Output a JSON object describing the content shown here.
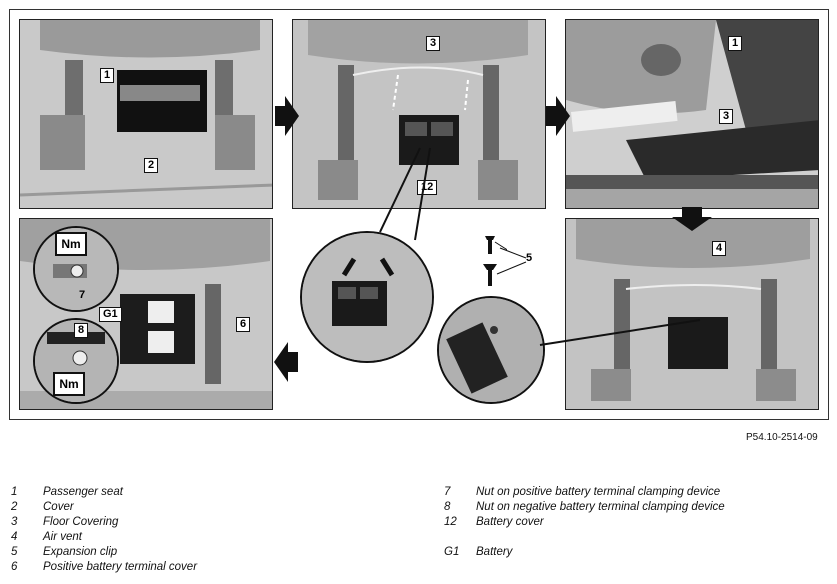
{
  "figure_ref": "P54.10-2514-09",
  "callouts": {
    "p1_seat": "1",
    "p1_cover": "2",
    "p2_floor": "3",
    "p2_battery_cover": "12",
    "p3_seat": "1",
    "p3_floor": "3",
    "p4_air_vent": "4",
    "clip": "5",
    "p5_pos_cover": "6",
    "p5_pos_nut": "7",
    "p5_neg_nut": "8",
    "p5_battery": "G1",
    "torque_top": "Nm",
    "torque_bottom": "Nm"
  },
  "legend_left": [
    {
      "num": "1",
      "text": "Passenger seat"
    },
    {
      "num": "2",
      "text": "Cover"
    },
    {
      "num": "3",
      "text": "Floor Covering"
    },
    {
      "num": "4",
      "text": "Air vent"
    },
    {
      "num": "5",
      "text": "Expansion clip"
    },
    {
      "num": "6",
      "text": "Positive battery terminal cover"
    }
  ],
  "legend_right": [
    {
      "num": "7",
      "text": "Nut on positive battery terminal clamping device"
    },
    {
      "num": "8",
      "text": "Nut on negative battery terminal clamping device"
    },
    {
      "num": "12",
      "text": "Battery cover"
    },
    {
      "num": "",
      "text": ""
    },
    {
      "num": "G1",
      "text": "Battery"
    }
  ]
}
